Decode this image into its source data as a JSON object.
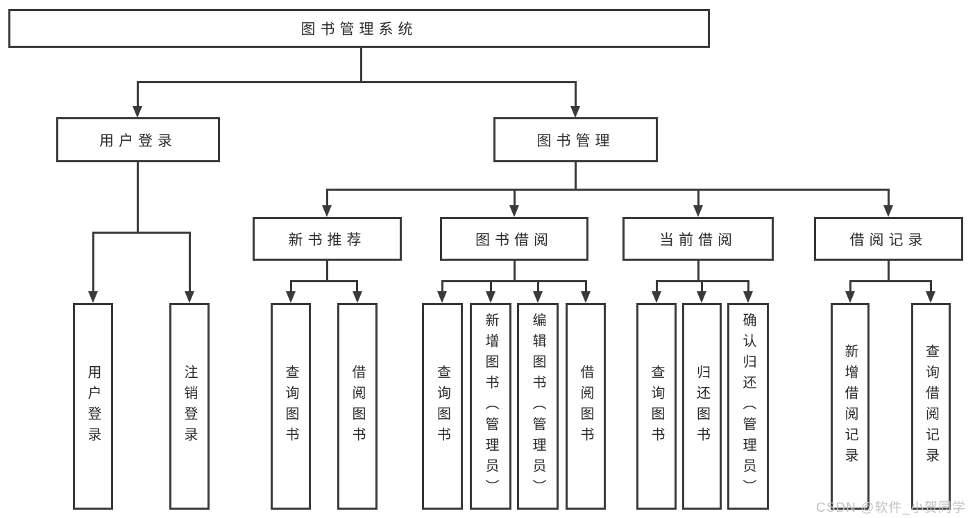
{
  "tree": {
    "label": "图书管理系统",
    "children": [
      {
        "label": "用户登录",
        "children": [
          {
            "label": "用户登录"
          },
          {
            "label": "注销登录"
          }
        ]
      },
      {
        "label": "图书管理",
        "children": [
          {
            "label": "新书推荐",
            "children": [
              {
                "label": "查询图书"
              },
              {
                "label": "借阅图书"
              }
            ]
          },
          {
            "label": "图书借阅",
            "children": [
              {
                "label": "查询图书"
              },
              {
                "label": "新增图书（管理员）"
              },
              {
                "label": "编辑图书（管理员）"
              },
              {
                "label": "借阅图书"
              }
            ]
          },
          {
            "label": "当前借阅",
            "children": [
              {
                "label": "查询图书"
              },
              {
                "label": "归还图书"
              },
              {
                "label": "确认归还（管理员）"
              }
            ]
          },
          {
            "label": "借阅记录",
            "children": [
              {
                "label": "新增借阅记录"
              },
              {
                "label": "查询借阅记录"
              }
            ]
          }
        ]
      }
    ]
  },
  "watermark": {
    "text": "CSDN @软件_小贺同学"
  },
  "colors": {
    "line": "#3a3a3a",
    "box_border": "#3a3a3a",
    "box_fill": "#ffffff",
    "text": "#2b2b2b",
    "watermark": "#c2c2c2",
    "background": "#ffffff"
  }
}
